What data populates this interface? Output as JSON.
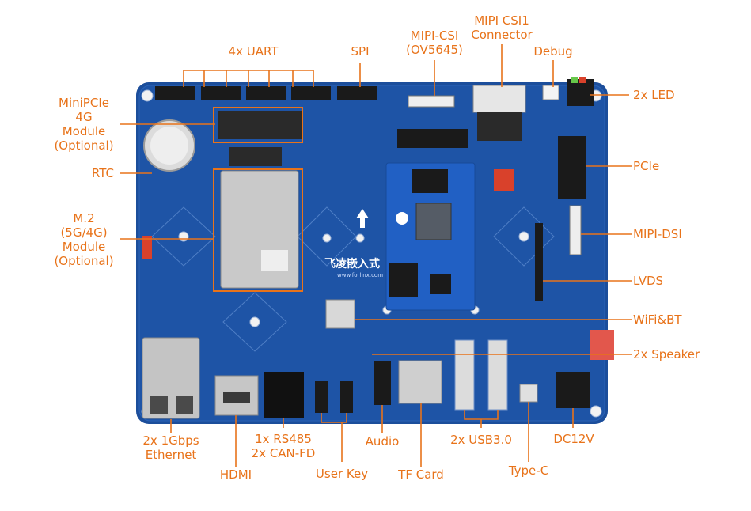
{
  "callouts": {
    "uart": "4x UART",
    "spi": "SPI",
    "mipi_csi": "MIPI-CSI\n(OV5645)",
    "mipi_csi1": "MIPI CSI1\nConnector",
    "debug": "Debug",
    "led": "2x LED",
    "minipcie": "MiniPCIe\n4G\nModule\n(Optional)",
    "rtc": "RTC",
    "pcie": "PCIe",
    "m2": "M.2\n(5G/4G)\nModule\n(Optional)",
    "mipi_dsi": "MIPI-DSI",
    "lvds": "LVDS",
    "wifi_bt": "WiFi&BT",
    "speaker": "2x Speaker",
    "ethernet": "2x 1Gbps\nEthernet",
    "hdmi": "HDMI",
    "rs485_can": "1x RS485\n2x CAN-FD",
    "user_key": "User Key",
    "audio": "Audio",
    "tf_card": "TF Card",
    "usb3": "2x USB3.0",
    "type_c": "Type-C",
    "dc12v": "DC12V"
  },
  "board": {
    "som_brand": "飞凌嵌入式",
    "som_url": "www.forlinx.com"
  },
  "colors": {
    "accent": "#e8731a",
    "board": "#1c4e9b",
    "board_dark": "#153d7c"
  }
}
